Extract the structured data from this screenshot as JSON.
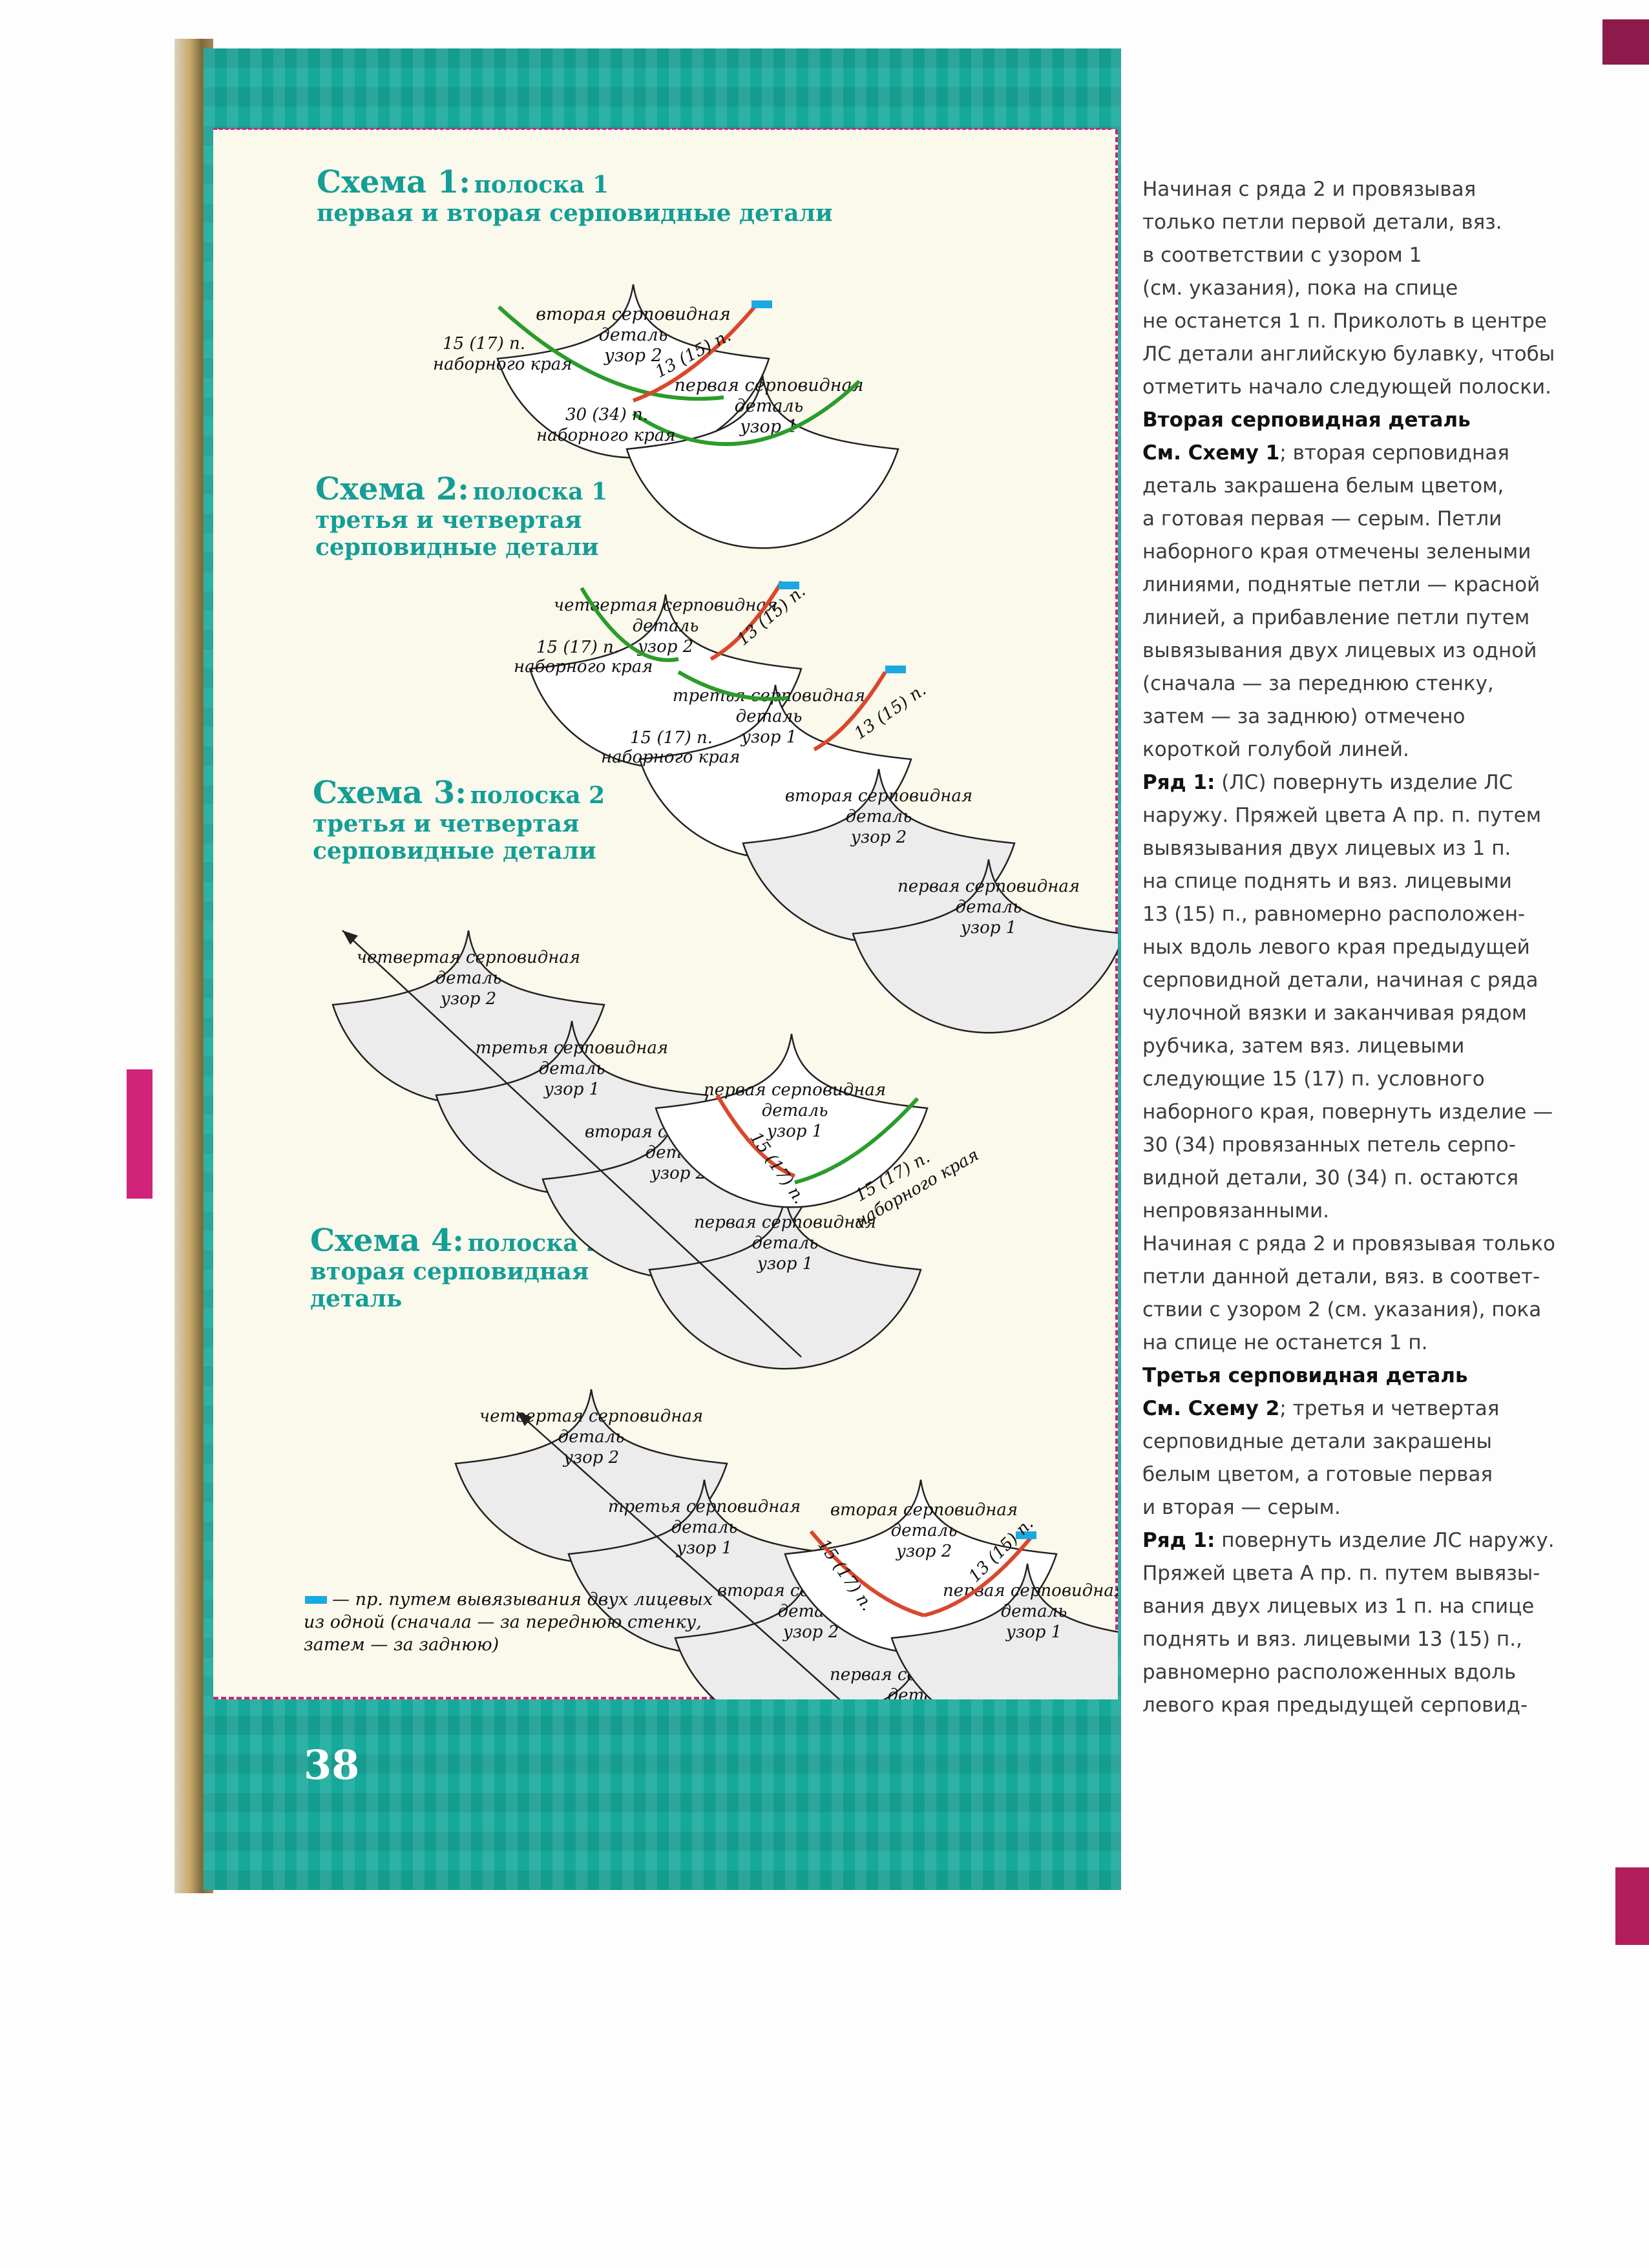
{
  "page_number": "38",
  "colors": {
    "teal": "#16a99b",
    "heading": "#139e96",
    "green_line": "#2a9c2a",
    "red_line": "#d9472c",
    "blue_mark": "#1aa9e0",
    "pink": "#d0237a"
  },
  "schemes": [
    {
      "title": "Схема 1:",
      "subtitle_lines": [
        "полоска 1",
        "первая и вторая серповидные детали"
      ]
    },
    {
      "title": "Схема 2:",
      "subtitle_lines": [
        "полоска 1",
        "третья и четвертая",
        "серповидные детали"
      ]
    },
    {
      "title": "Схема 3:",
      "subtitle_lines": [
        "полоска 2",
        "третья и четвертая",
        "серповидные детали"
      ]
    },
    {
      "title": "Схема 4:",
      "subtitle_lines": [
        "полоска 2",
        "вторая серповидная",
        "деталь"
      ]
    }
  ],
  "labels": {
    "second": [
      "вторая серповидная",
      "деталь",
      "узор 2"
    ],
    "first": [
      "первая серповидная",
      "деталь",
      "узор 1"
    ],
    "third": [
      "третья серповидная",
      "деталь",
      "узор 1"
    ],
    "fourth": [
      "четвертая серповидная",
      "деталь",
      "узор 2"
    ],
    "st15": "15 (17) п.",
    "st13": "13 (15) п.",
    "st30": "30 (34) п.",
    "cast_on": "наборного края"
  },
  "legend_text": [
    "— пр. путем вывязывания двух лицевых",
    "из одной (сначала — за переднюю стенку,",
    "затем — за заднюю)"
  ],
  "text_column": {
    "p1": [
      "Начиная с ряда 2 и провязывая",
      "только петли первой детали, вяз.",
      "в соответствии с узором 1",
      "(см. указания), пока на спице",
      "не останется 1 п. Приколоть в центре",
      "ЛС детали английскую булавку, чтобы",
      "отметить начало следующей полоски."
    ],
    "h1": "Вторая серповидная деталь",
    "p2_bold": "См. Схему 1",
    "p2": [
      "; вторая серповидная",
      "деталь закрашена белым цветом,",
      "а готовая первая — серым. Петли",
      "наборного края отмечены зелеными",
      "линиями, поднятые петли — красной",
      "линией, а прибавление петли путем",
      "вывязывания двух лицевых из одной",
      "(сначала — за переднюю стенку,",
      "затем — за заднюю) отмечено",
      "короткой голубой линей."
    ],
    "p3_bold": "Ряд 1:",
    "p3": [
      " (ЛС) повернуть изделие ЛС",
      "наружу. Пряжей цвета А пр. п. путем",
      "вывязывания двух лицевых из 1 п.",
      "на спице поднять и вяз. лицевыми",
      "13 (15) п., равномерно расположен-",
      "ных вдоль левого края предыдущей",
      "серповидной детали, начиная с ряда",
      "чулочной вязки и заканчивая рядом",
      "рубчика, затем вяз. лицевыми",
      "следующие 15 (17) п. условного",
      "наборного края, повернуть изделие —",
      "30 (34) провязанных петель серпо-",
      "видной детали, 30 (34) п. остаются",
      "непровязанными."
    ],
    "p4": [
      "Начиная с ряда 2 и провязывая только",
      "петли данной детали, вяз. в соответ-",
      "ствии с узором 2 (см. указания), пока",
      "на спице не останется 1 п."
    ],
    "h2": "Третья серповидная деталь",
    "p5_bold": "См. Схему 2",
    "p5": [
      "; третья и четвертая",
      "серповидные детали закрашены",
      "белым цветом, а готовые первая",
      "и вторая — серым."
    ],
    "p6_bold": "Ряд 1:",
    "p6": [
      " повернуть изделие ЛС наружу.",
      "Пряжей цвета А пр. п. путем вывязы-",
      "вания двух лицевых из 1 п. на спице",
      "поднять и вяз. лицевыми 13 (15) п.,",
      "равномерно расположенных вдоль",
      "левого края предыдущей серповид-"
    ]
  }
}
